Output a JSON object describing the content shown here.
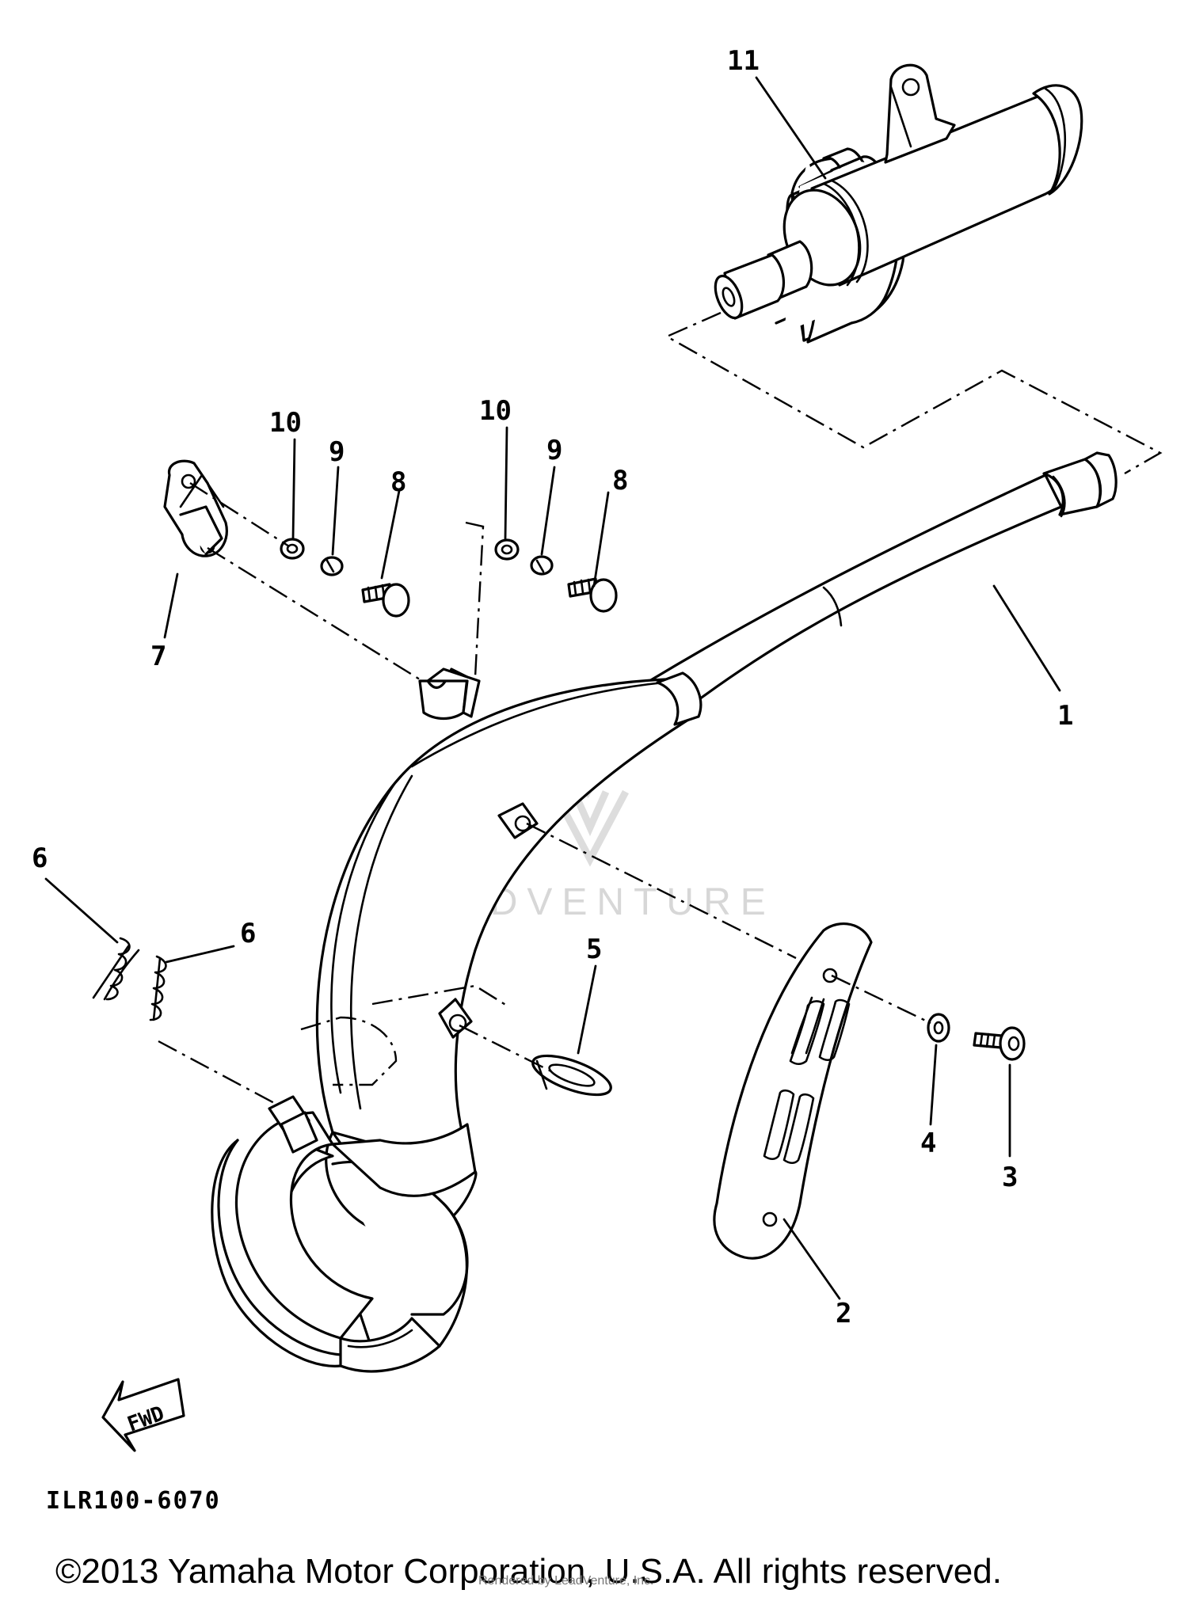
{
  "callouts": {
    "c1": "1",
    "c2": "2",
    "c3": "3",
    "c4": "4",
    "c5": "5",
    "c6a": "6",
    "c6b": "6",
    "c7": "7",
    "c8a": "8",
    "c8b": "8",
    "c9a": "9",
    "c9b": "9",
    "c10a": "10",
    "c10b": "10",
    "c11": "11"
  },
  "fwd_label": "FWD",
  "watermark": "LEADVENTURE",
  "reference_code": "ILR100-6070",
  "copyright": "©2013 Yamaha Motor Corporation, U.S.A. All rights reserved.",
  "rendered_by": "Rendered by LeadVenture, Inc."
}
